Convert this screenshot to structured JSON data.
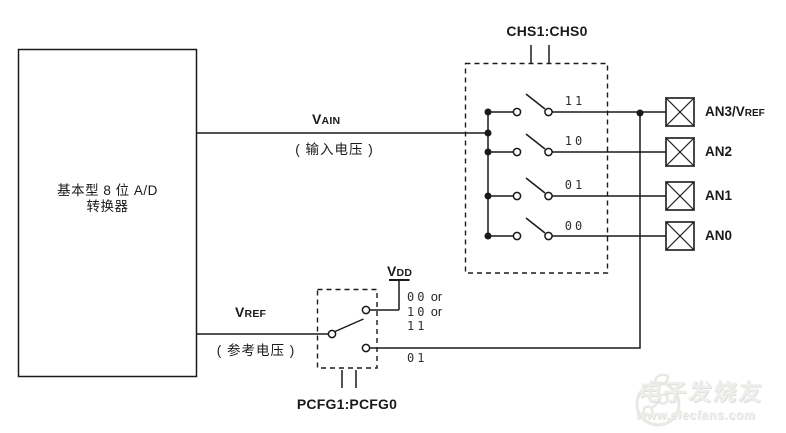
{
  "colors": {
    "line": "#1a1a1a",
    "code_text": "#2e2e2e",
    "watermark": "#edecea"
  },
  "converter_box": {
    "line1": "基本型 8 位 A/D",
    "line2": "转换器"
  },
  "signals": {
    "vain": {
      "main": "V",
      "sub": "AIN",
      "caption": "( 输入电压 )"
    },
    "vref": {
      "main": "V",
      "sub": "REF",
      "caption": "( 参考电压 )"
    },
    "vdd": {
      "main": "V",
      "sub": "DD"
    }
  },
  "mux": {
    "control_label": "CHS1:CHS0",
    "switches": [
      {
        "code": "11",
        "pin_main": "AN3/V",
        "pin_sub": "REF"
      },
      {
        "code": "10",
        "pin_main": "AN2",
        "pin_sub": ""
      },
      {
        "code": "01",
        "pin_main": "AN1",
        "pin_sub": ""
      },
      {
        "code": "00",
        "pin_main": "AN0",
        "pin_sub": ""
      }
    ]
  },
  "pcfg": {
    "control_label": "PCFG1:PCFG0",
    "vdd_options": [
      {
        "code": "00",
        "suffix": " or"
      },
      {
        "code": "10",
        "suffix": " or"
      },
      {
        "code": "11",
        "suffix": ""
      }
    ],
    "an3_option": "01"
  },
  "watermark": {
    "title": "电子发烧友",
    "url": "www.elecfans.com"
  }
}
